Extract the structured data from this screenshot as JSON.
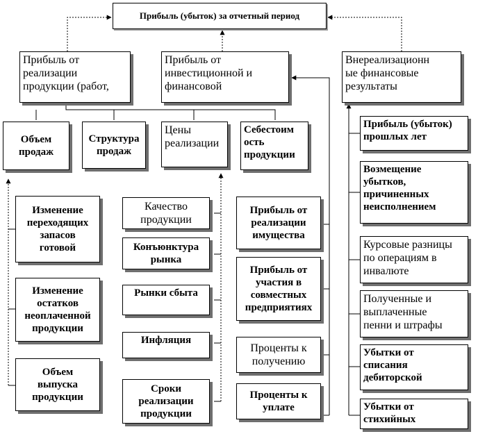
{
  "title": "Прибыль (убыток)  за отчетный период",
  "top_level": [
    "Прибыль от\nреализации\nпродукции (работ,",
    "Прибыль от\nинвестиционной и\nфинансовой",
    "Внереализационн\nые финансовые\nрезультаты"
  ],
  "sales_factors": [
    "Объем\nпродаж",
    "Структура\nпродаж",
    "Цены\nреализации",
    "Себестоим\nость\nпродукции"
  ],
  "volume_factors": [
    "Изменение\nпереходящих\nзапасов\nготовой",
    "Изменение\nостатков\nнеоплаченной\nпродукции",
    "Объем\nвыпуска\nпродукции"
  ],
  "price_factors": [
    "Качество\nпродукции",
    "Конъюнктура\nрынка",
    "Рынки сбыта",
    "Инфляция",
    "Сроки\nреализации\nпродукции"
  ],
  "investment_items": [
    "Прибыль от\nреализации\nимущества",
    "Прибыль от\nучастия в\nсовместных\nпредприятиях",
    "Проценты к\nполучению",
    "Проценты к\nуплате"
  ],
  "nonoperating_items": [
    "Прибыль (убыток)\nпрошлых лет",
    "Возмещение\nубытков,\nпричиненных\nнеисполнением",
    "Курсовые разницы\nпо операциям в\nинвалюте",
    "Полученные и\nвыплаченные\nпенни и штрафы",
    "Убытки от\nсписания\nдебиторской",
    "Убытки от\nстихийных"
  ]
}
